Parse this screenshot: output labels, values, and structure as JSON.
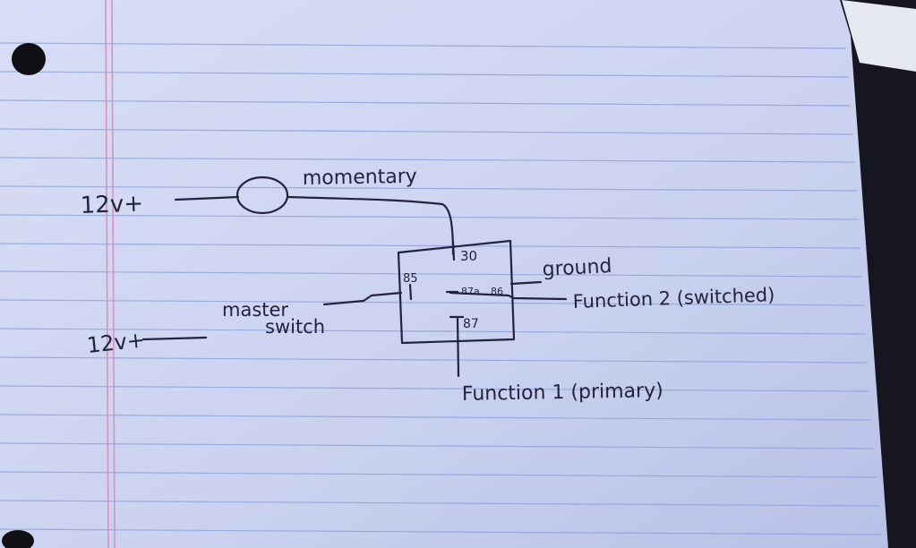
{
  "labels": {
    "supply_top": "12v+",
    "supply_bottom": "12v+",
    "momentary": "momentary",
    "master_line1": "master",
    "master_line2": "switch",
    "ground": "ground",
    "function2": "Function 2 (switched)",
    "function1": "Function 1 (primary)"
  },
  "relay": {
    "pin30": "30",
    "pin85": "85",
    "pin86": "86",
    "pin87a": "87a",
    "pin87": "87"
  },
  "colors": {
    "paper": "#cfd6f2",
    "ink": "#23233f",
    "rule": "#8f9fd8",
    "margin": "#d98bb8"
  }
}
